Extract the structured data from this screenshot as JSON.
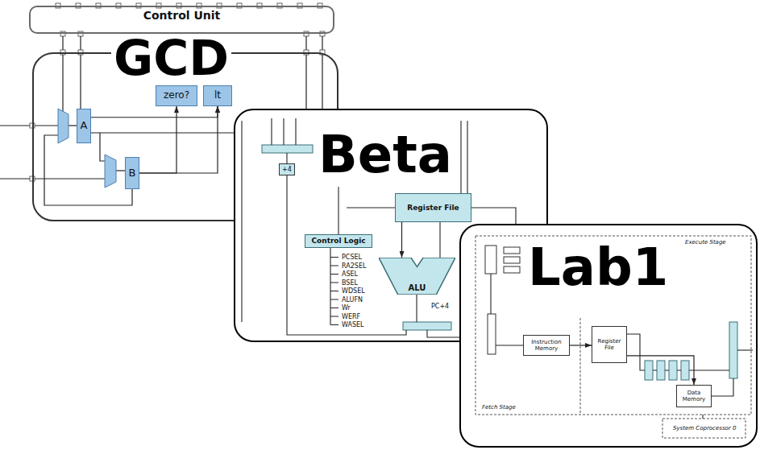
{
  "diagram": {
    "nodes": [
      {
        "text": [
          "Control Unit"
        ]
      },
      {
        "text": [
          "GCD"
        ]
      },
      {
        "text": [
          "A"
        ],
        "in": 1
      },
      {
        "text": [
          "B"
        ],
        "in": 1
      },
      {
        "text": [
          "zero?"
        ],
        "in": 1
      },
      {
        "text": [
          "lt"
        ],
        "in": 1
      },
      {
        "text": [
          "Beta"
        ]
      },
      {
        "text": [
          "+4"
        ],
        "in": 6
      },
      {
        "text": [
          "Register File"
        ],
        "in": 6
      },
      {
        "text": [
          "Control Logic"
        ],
        "in": 6
      },
      {
        "text": [
          "ALU"
        ],
        "in": 6
      },
      {
        "text": [
          "Lab1"
        ]
      },
      {
        "text": [
          "Instruction Memory"
        ],
        "in": 11
      },
      {
        "text": [
          "Register File"
        ],
        "in": 11
      },
      {
        "text": [
          "Data Memory"
        ],
        "in": 11
      }
    ],
    "edges": [
      {
        "from": 2,
        "to": 5,
        "arrow": "to"
      },
      {
        "from": 3,
        "to": 4,
        "arrow": "to"
      },
      {
        "from": 3,
        "to": 5,
        "arrow": "to"
      },
      {
        "from": 8,
        "to": 10,
        "arrow": "to"
      },
      {
        "from": 12,
        "to": 13,
        "arrow": "to"
      },
      {
        "from": 13,
        "to": 14,
        "arrow": "to"
      }
    ],
    "labels": [
      "PCSEL",
      "RA2SEL",
      "ASEL",
      "BSEL",
      "WDSEL",
      "ALUFN",
      "Wr",
      "WERF",
      "WASEL",
      "PC+4",
      "Fetch Stage",
      "Execute Stage",
      "System Coprocessor 0"
    ]
  }
}
